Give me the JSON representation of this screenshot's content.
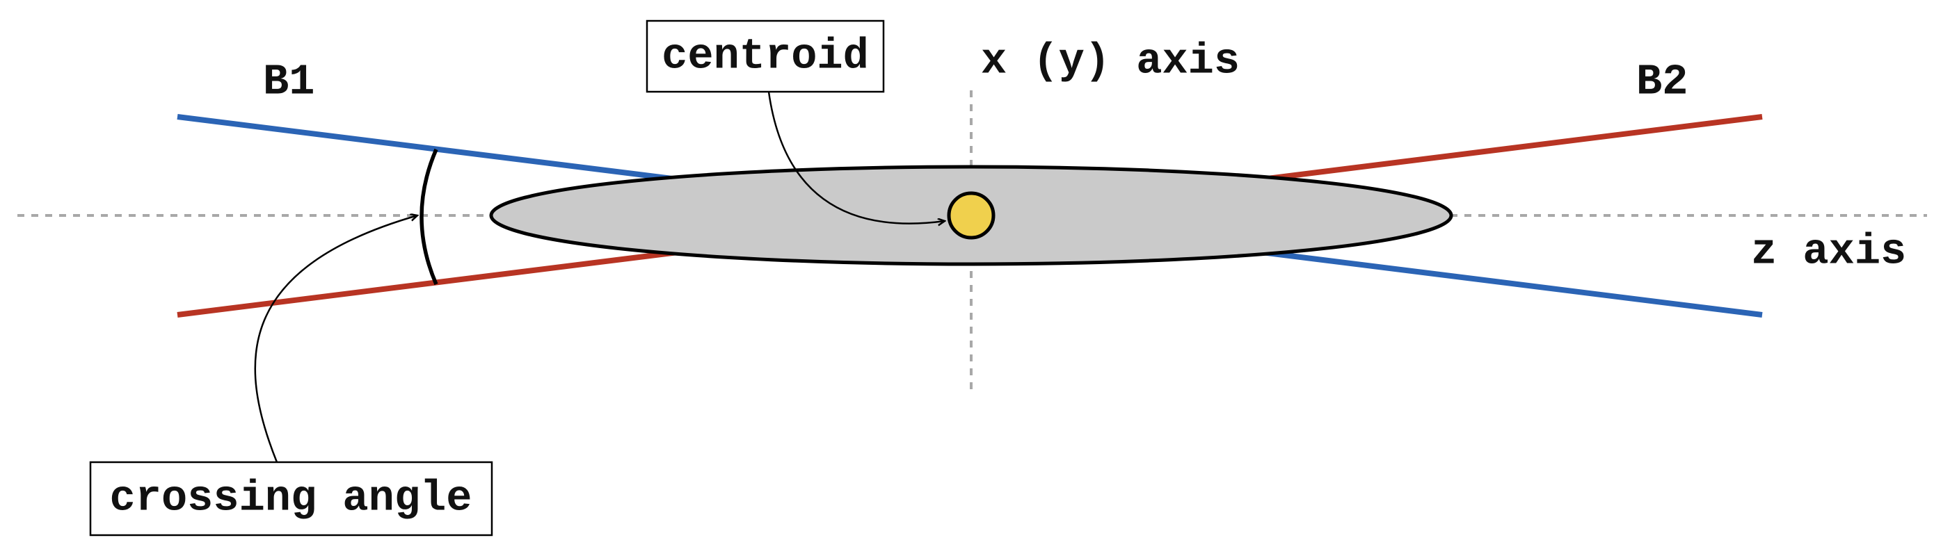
{
  "labels": {
    "beam1": "B1",
    "beam2": "B2",
    "centroid": "centroid",
    "crossing_angle": "crossing angle",
    "xy_axis": "x (y) axis",
    "z_axis": "z axis"
  },
  "colors": {
    "beam1": "#2b64b5",
    "beam2": "#b83423",
    "bunch_fill": "#cacaca",
    "centroid_fill": "#f0d04d",
    "axis_dash": "#a8a8a8"
  }
}
